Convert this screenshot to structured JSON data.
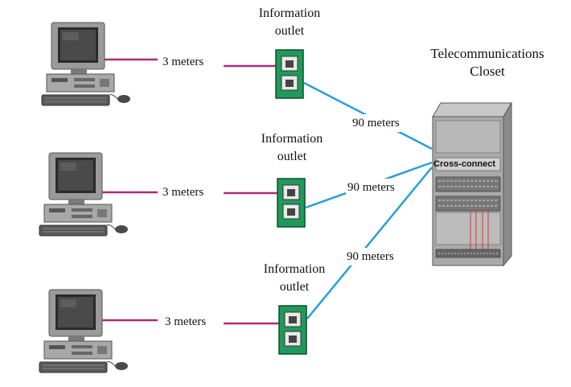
{
  "outlets": [
    {
      "title_line1": "Information",
      "title_line2": "outlet",
      "short_link": "3 meters",
      "long_link": "90 meters"
    },
    {
      "title_line1": "Information",
      "title_line2": "outlet",
      "short_link": "3 meters",
      "long_link": "90 meters"
    },
    {
      "title_line1": "Information",
      "title_line2": "outlet",
      "short_link": "3 meters",
      "long_link": "90 meters"
    }
  ],
  "closet": {
    "title_line1": "Telecommunications",
    "title_line2": "Closet",
    "panel_label": "Cross-connect"
  },
  "colors": {
    "patch_cable": "#b02a7a",
    "horizontal_cable": "#2a9fd6",
    "outlet_green": "#1f9a5a",
    "rack_gray": "#a9aaa9"
  },
  "icons": [
    "desktop-computer-icon",
    "wall-outlet-icon",
    "server-rack-icon"
  ]
}
